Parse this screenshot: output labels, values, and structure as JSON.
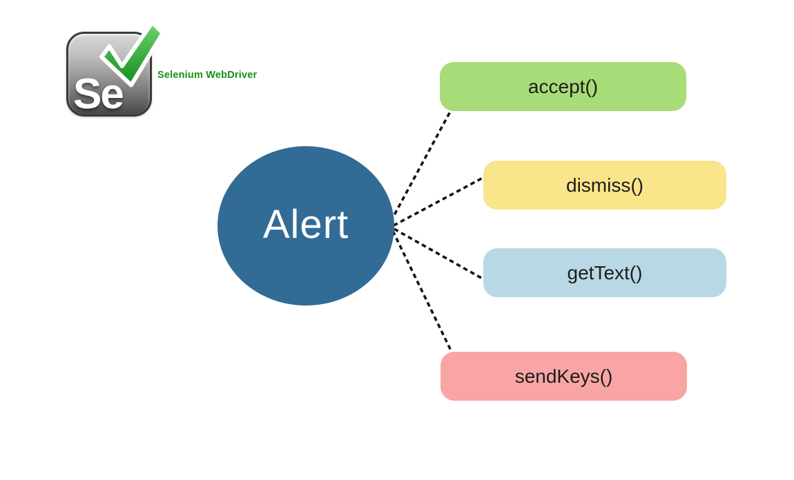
{
  "background_color": "#ffffff",
  "logo": {
    "square_text": "Se",
    "caption": "Selenium WebDriver",
    "caption_color": "#169117",
    "check": {
      "top_color": "#6fd36f",
      "bottom_color": "#128c1e",
      "outline_color": "#ffffff"
    }
  },
  "diagram": {
    "center_node": {
      "label": "Alert",
      "fill": "#326b96",
      "text_color": "#ffffff"
    },
    "connector_color": "#141414",
    "label_color": "#1c1c1c",
    "methods": [
      {
        "id": "accept",
        "label": "accept()",
        "fill": "#a8dc78"
      },
      {
        "id": "dismiss",
        "label": "dismiss()",
        "fill": "#f9e58a"
      },
      {
        "id": "gettext",
        "label": "getText()",
        "fill": "#b9d8e6"
      },
      {
        "id": "sendkeys",
        "label": "sendKeys()",
        "fill": "#f9a5a5"
      }
    ]
  }
}
